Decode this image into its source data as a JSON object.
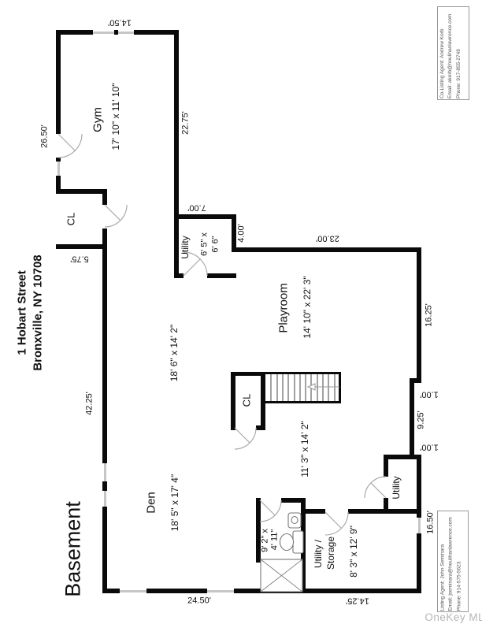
{
  "plan": {
    "title": "Basement",
    "address": {
      "line1": "1 Hobart Street",
      "line2": "Bronxville, NY 10708"
    },
    "watermark": "OneKey MLS",
    "rooms": {
      "gym": {
        "name": "Gym",
        "dims": "17' 10\" x 11' 10\""
      },
      "closet_top": {
        "name": "CL"
      },
      "utility_top": {
        "name": "Utility",
        "dims_line1": "6' 5\" x",
        "dims_line2": "6' 6\""
      },
      "playroom": {
        "name": "Playroom",
        "dims": "14' 10\" x 22' 3\""
      },
      "open_area": {
        "dims": "18' 6\" x 14' 2\""
      },
      "hall": {
        "dims": "11' 3\" x 14' 2\""
      },
      "closet_stairs": {
        "name": "CL"
      },
      "den": {
        "name": "Den",
        "dims": "18' 5\" x 17' 4\""
      },
      "bathroom": {
        "dims_line1": "9' 2\" x",
        "dims_line2": "4' 11\""
      },
      "storage": {
        "name_line1": "Utility /",
        "name_line2": "Storage",
        "dims": "8' 3\" x 12' 9\""
      },
      "utility_bottom": {
        "name": "Utility"
      }
    },
    "wall_dimensions": {
      "top": "14.50'",
      "gym_left": "26.50'",
      "gym_right": "22.75'",
      "cl_jog": "5.75'",
      "utility_top_width": "7.00'",
      "utility_top_right": "4.00'",
      "playroom_top": "23.00'",
      "right_upper": "16.25'",
      "jog_upper": "1.00'",
      "right_mid": "9.25'",
      "jog_lower": "1.00'",
      "left": "42.25'",
      "right_lower": "16.50'",
      "bottom_left": "24.50'",
      "bottom_right": "14.25'"
    },
    "agents": {
      "co_listing": {
        "line1": "Co-Listing Agent: Andrew Korb",
        "line2": "Email: akorb@houlihanlawrence.com",
        "line3": "Phone: 917-855-2749"
      },
      "listing": {
        "line1": "Listing Agent: John Seminara",
        "line2": "Email: jseminara@houlihanlawrence.com",
        "line3": "Phone: 914-575-5623"
      }
    },
    "colors": {
      "wall": "#0a0a0a",
      "window": "#c6c6c6",
      "door": "#aaaaaa",
      "watermark": "#b5b5b5"
    }
  }
}
